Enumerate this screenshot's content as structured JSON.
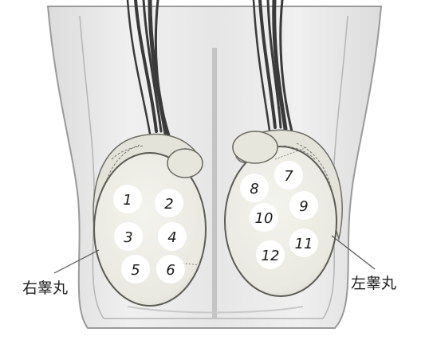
{
  "labels": {
    "right_testis": "右睾丸",
    "left_testis": "左睾丸"
  },
  "markers": [
    {
      "number": "1"
    },
    {
      "number": "2"
    },
    {
      "number": "3"
    },
    {
      "number": "4"
    },
    {
      "number": "5"
    },
    {
      "number": "6"
    },
    {
      "number": "7"
    },
    {
      "number": "8"
    },
    {
      "number": "9"
    },
    {
      "number": "10"
    },
    {
      "number": "11"
    },
    {
      "number": "12"
    }
  ],
  "colors": {
    "background": "#ffffff",
    "scrotum_fill": "#ededed",
    "scrotum_outline": "#8f8f8f",
    "testis_fill": "#efefe8",
    "epididymis_fill": "#e1e1d8",
    "vessel": "#3a3a3a",
    "marker_fill": "#ffffff",
    "label_text": "#222222"
  }
}
